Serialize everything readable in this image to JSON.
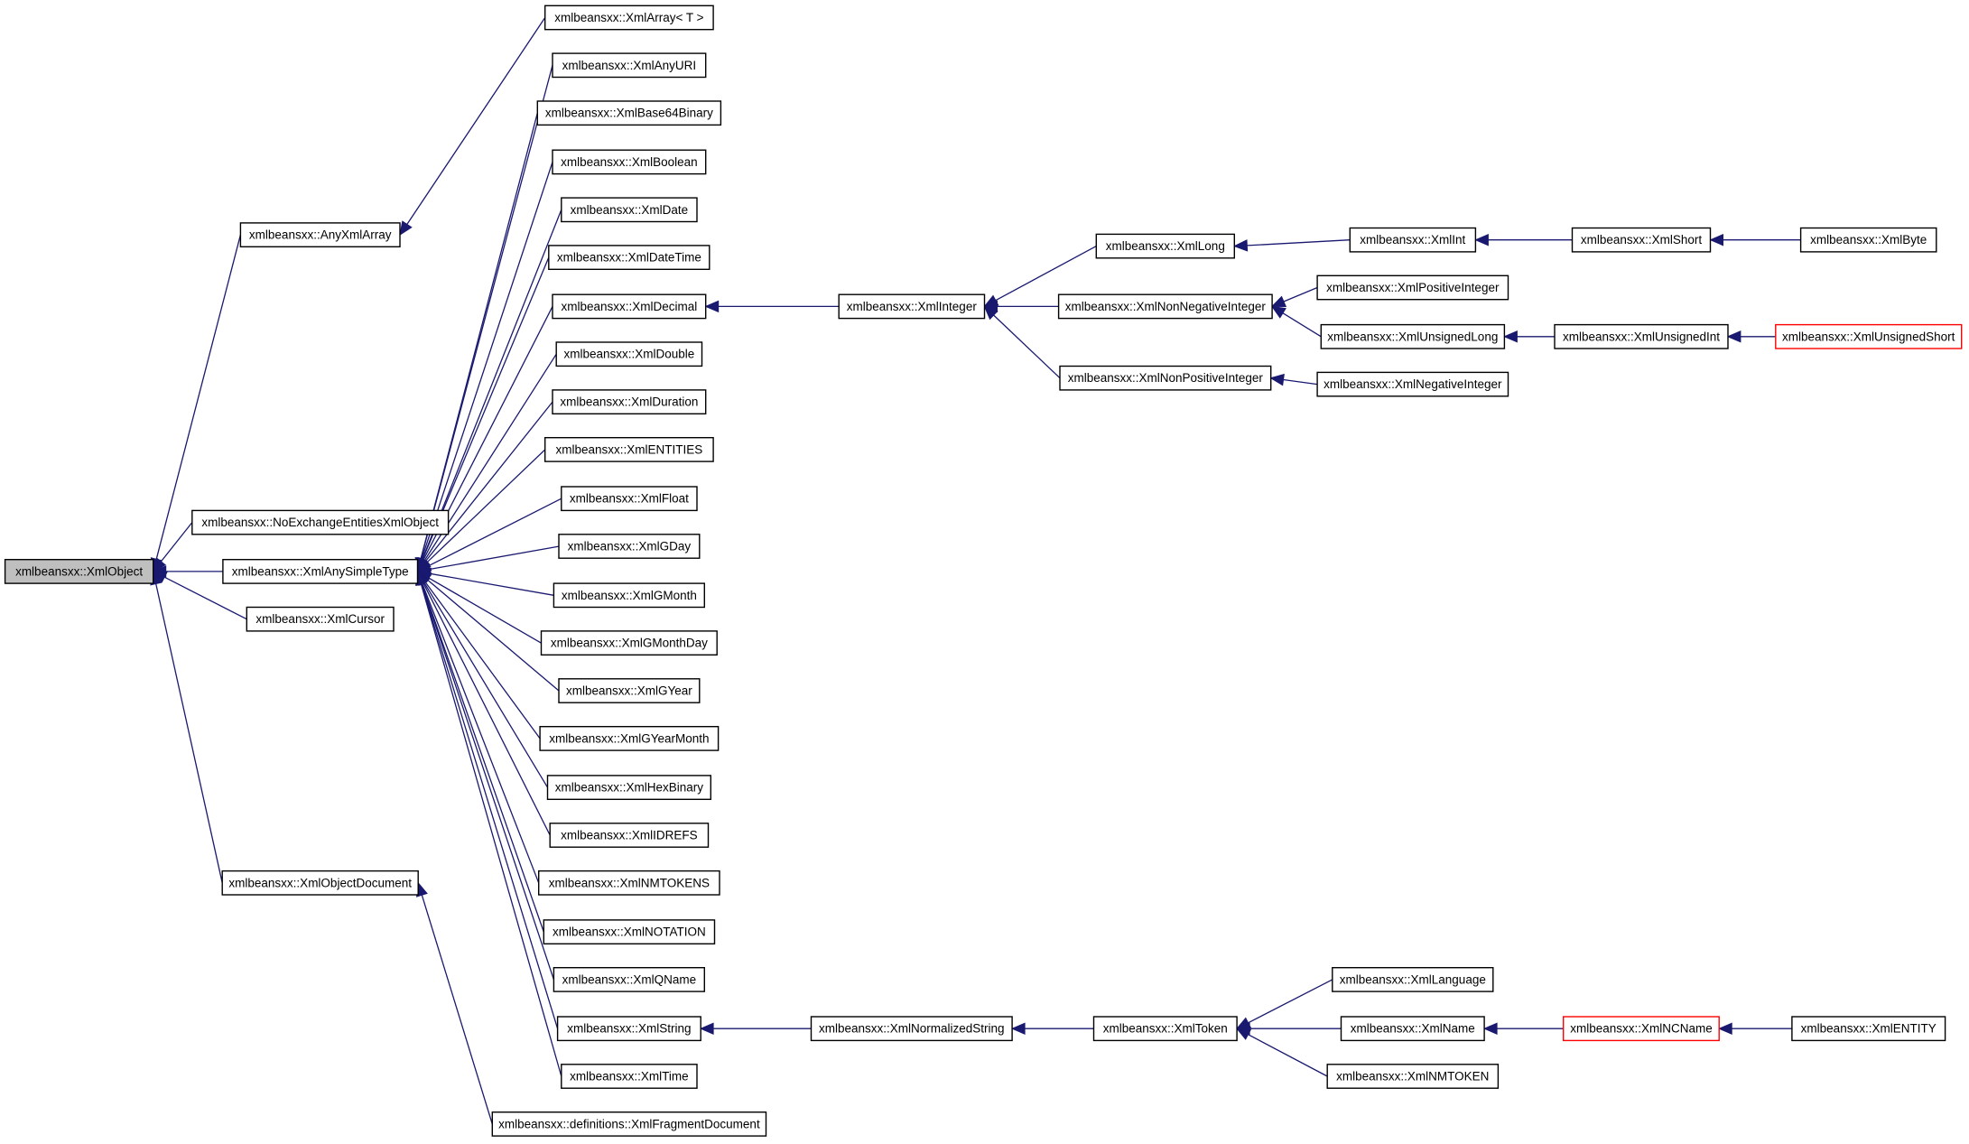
{
  "colors": {
    "edge": "#191970",
    "box_border": "#000000",
    "box_border_highlight": "#ff0000",
    "root_fill": "#bfbfbf",
    "box_fill": "#ffffff"
  },
  "nodes": {
    "xmlobject": "xmlbeansxx::XmlObject",
    "anyxmlarray": "xmlbeansxx::AnyXmlArray",
    "noexchange": "xmlbeansxx::NoExchangeEntitiesXmlObject",
    "anysimpletype": "xmlbeansxx::XmlAnySimpleType",
    "cursor": "xmlbeansxx::XmlCursor",
    "objectdocument": "xmlbeansxx::XmlObjectDocument",
    "xmlarray": "xmlbeansxx::XmlArray< T >",
    "anyuri": "xmlbeansxx::XmlAnyURI",
    "base64": "xmlbeansxx::XmlBase64Binary",
    "boolean": "xmlbeansxx::XmlBoolean",
    "date": "xmlbeansxx::XmlDate",
    "datetime": "xmlbeansxx::XmlDateTime",
    "decimal": "xmlbeansxx::XmlDecimal",
    "double": "xmlbeansxx::XmlDouble",
    "duration": "xmlbeansxx::XmlDuration",
    "entities": "xmlbeansxx::XmlENTITIES",
    "float": "xmlbeansxx::XmlFloat",
    "gday": "xmlbeansxx::XmlGDay",
    "gmonth": "xmlbeansxx::XmlGMonth",
    "gmonthday": "xmlbeansxx::XmlGMonthDay",
    "gyear": "xmlbeansxx::XmlGYear",
    "gyearmonth": "xmlbeansxx::XmlGYearMonth",
    "hexbinary": "xmlbeansxx::XmlHexBinary",
    "idrefs": "xmlbeansxx::XmlIDREFS",
    "nmtokens": "xmlbeansxx::XmlNMTOKENS",
    "notation": "xmlbeansxx::XmlNOTATION",
    "qname": "xmlbeansxx::XmlQName",
    "string": "xmlbeansxx::XmlString",
    "time": "xmlbeansxx::XmlTime",
    "fragmentdoc": "xmlbeansxx::definitions::XmlFragmentDocument",
    "integer": "xmlbeansxx::XmlInteger",
    "long": "xmlbeansxx::XmlLong",
    "nonneg": "xmlbeansxx::XmlNonNegativeInteger",
    "nonpos": "xmlbeansxx::XmlNonPositiveInteger",
    "int": "xmlbeansxx::XmlInt",
    "posint": "xmlbeansxx::XmlPositiveInteger",
    "ulong": "xmlbeansxx::XmlUnsignedLong",
    "negint": "xmlbeansxx::XmlNegativeInteger",
    "short": "xmlbeansxx::XmlShort",
    "byte": "xmlbeansxx::XmlByte",
    "uint": "xmlbeansxx::XmlUnsignedInt",
    "ushort": "xmlbeansxx::XmlUnsignedShort",
    "normstring": "xmlbeansxx::XmlNormalizedString",
    "token": "xmlbeansxx::XmlToken",
    "language": "xmlbeansxx::XmlLanguage",
    "name": "xmlbeansxx::XmlName",
    "nmtoken": "xmlbeansxx::XmlNMTOKEN",
    "ncname": "xmlbeansxx::XmlNCName",
    "entity": "xmlbeansxx::XmlENTITY"
  },
  "edges": [
    {
      "parent": "xmlobject",
      "child": "anyxmlarray"
    },
    {
      "parent": "xmlobject",
      "child": "noexchange"
    },
    {
      "parent": "xmlobject",
      "child": "anysimpletype"
    },
    {
      "parent": "xmlobject",
      "child": "cursor"
    },
    {
      "parent": "xmlobject",
      "child": "objectdocument"
    },
    {
      "parent": "anyxmlarray",
      "child": "xmlarray"
    },
    {
      "parent": "anysimpletype",
      "child": "anyuri"
    },
    {
      "parent": "anysimpletype",
      "child": "base64"
    },
    {
      "parent": "anysimpletype",
      "child": "boolean"
    },
    {
      "parent": "anysimpletype",
      "child": "date"
    },
    {
      "parent": "anysimpletype",
      "child": "datetime"
    },
    {
      "parent": "anysimpletype",
      "child": "decimal"
    },
    {
      "parent": "anysimpletype",
      "child": "double"
    },
    {
      "parent": "anysimpletype",
      "child": "duration"
    },
    {
      "parent": "anysimpletype",
      "child": "entities"
    },
    {
      "parent": "anysimpletype",
      "child": "float"
    },
    {
      "parent": "anysimpletype",
      "child": "gday"
    },
    {
      "parent": "anysimpletype",
      "child": "gmonth"
    },
    {
      "parent": "anysimpletype",
      "child": "gmonthday"
    },
    {
      "parent": "anysimpletype",
      "child": "gyear"
    },
    {
      "parent": "anysimpletype",
      "child": "gyearmonth"
    },
    {
      "parent": "anysimpletype",
      "child": "hexbinary"
    },
    {
      "parent": "anysimpletype",
      "child": "idrefs"
    },
    {
      "parent": "anysimpletype",
      "child": "nmtokens"
    },
    {
      "parent": "anysimpletype",
      "child": "notation"
    },
    {
      "parent": "anysimpletype",
      "child": "qname"
    },
    {
      "parent": "anysimpletype",
      "child": "string"
    },
    {
      "parent": "anysimpletype",
      "child": "time"
    },
    {
      "parent": "objectdocument",
      "child": "fragmentdoc"
    },
    {
      "parent": "decimal",
      "child": "integer"
    },
    {
      "parent": "integer",
      "child": "long"
    },
    {
      "parent": "integer",
      "child": "nonneg"
    },
    {
      "parent": "integer",
      "child": "nonpos"
    },
    {
      "parent": "long",
      "child": "int"
    },
    {
      "parent": "int",
      "child": "short"
    },
    {
      "parent": "short",
      "child": "byte"
    },
    {
      "parent": "nonneg",
      "child": "posint"
    },
    {
      "parent": "nonneg",
      "child": "ulong"
    },
    {
      "parent": "ulong",
      "child": "uint"
    },
    {
      "parent": "uint",
      "child": "ushort"
    },
    {
      "parent": "nonpos",
      "child": "negint"
    },
    {
      "parent": "string",
      "child": "normstring"
    },
    {
      "parent": "normstring",
      "child": "token"
    },
    {
      "parent": "token",
      "child": "language"
    },
    {
      "parent": "token",
      "child": "name"
    },
    {
      "parent": "token",
      "child": "nmtoken"
    },
    {
      "parent": "name",
      "child": "ncname"
    },
    {
      "parent": "ncname",
      "child": "entity"
    }
  ]
}
